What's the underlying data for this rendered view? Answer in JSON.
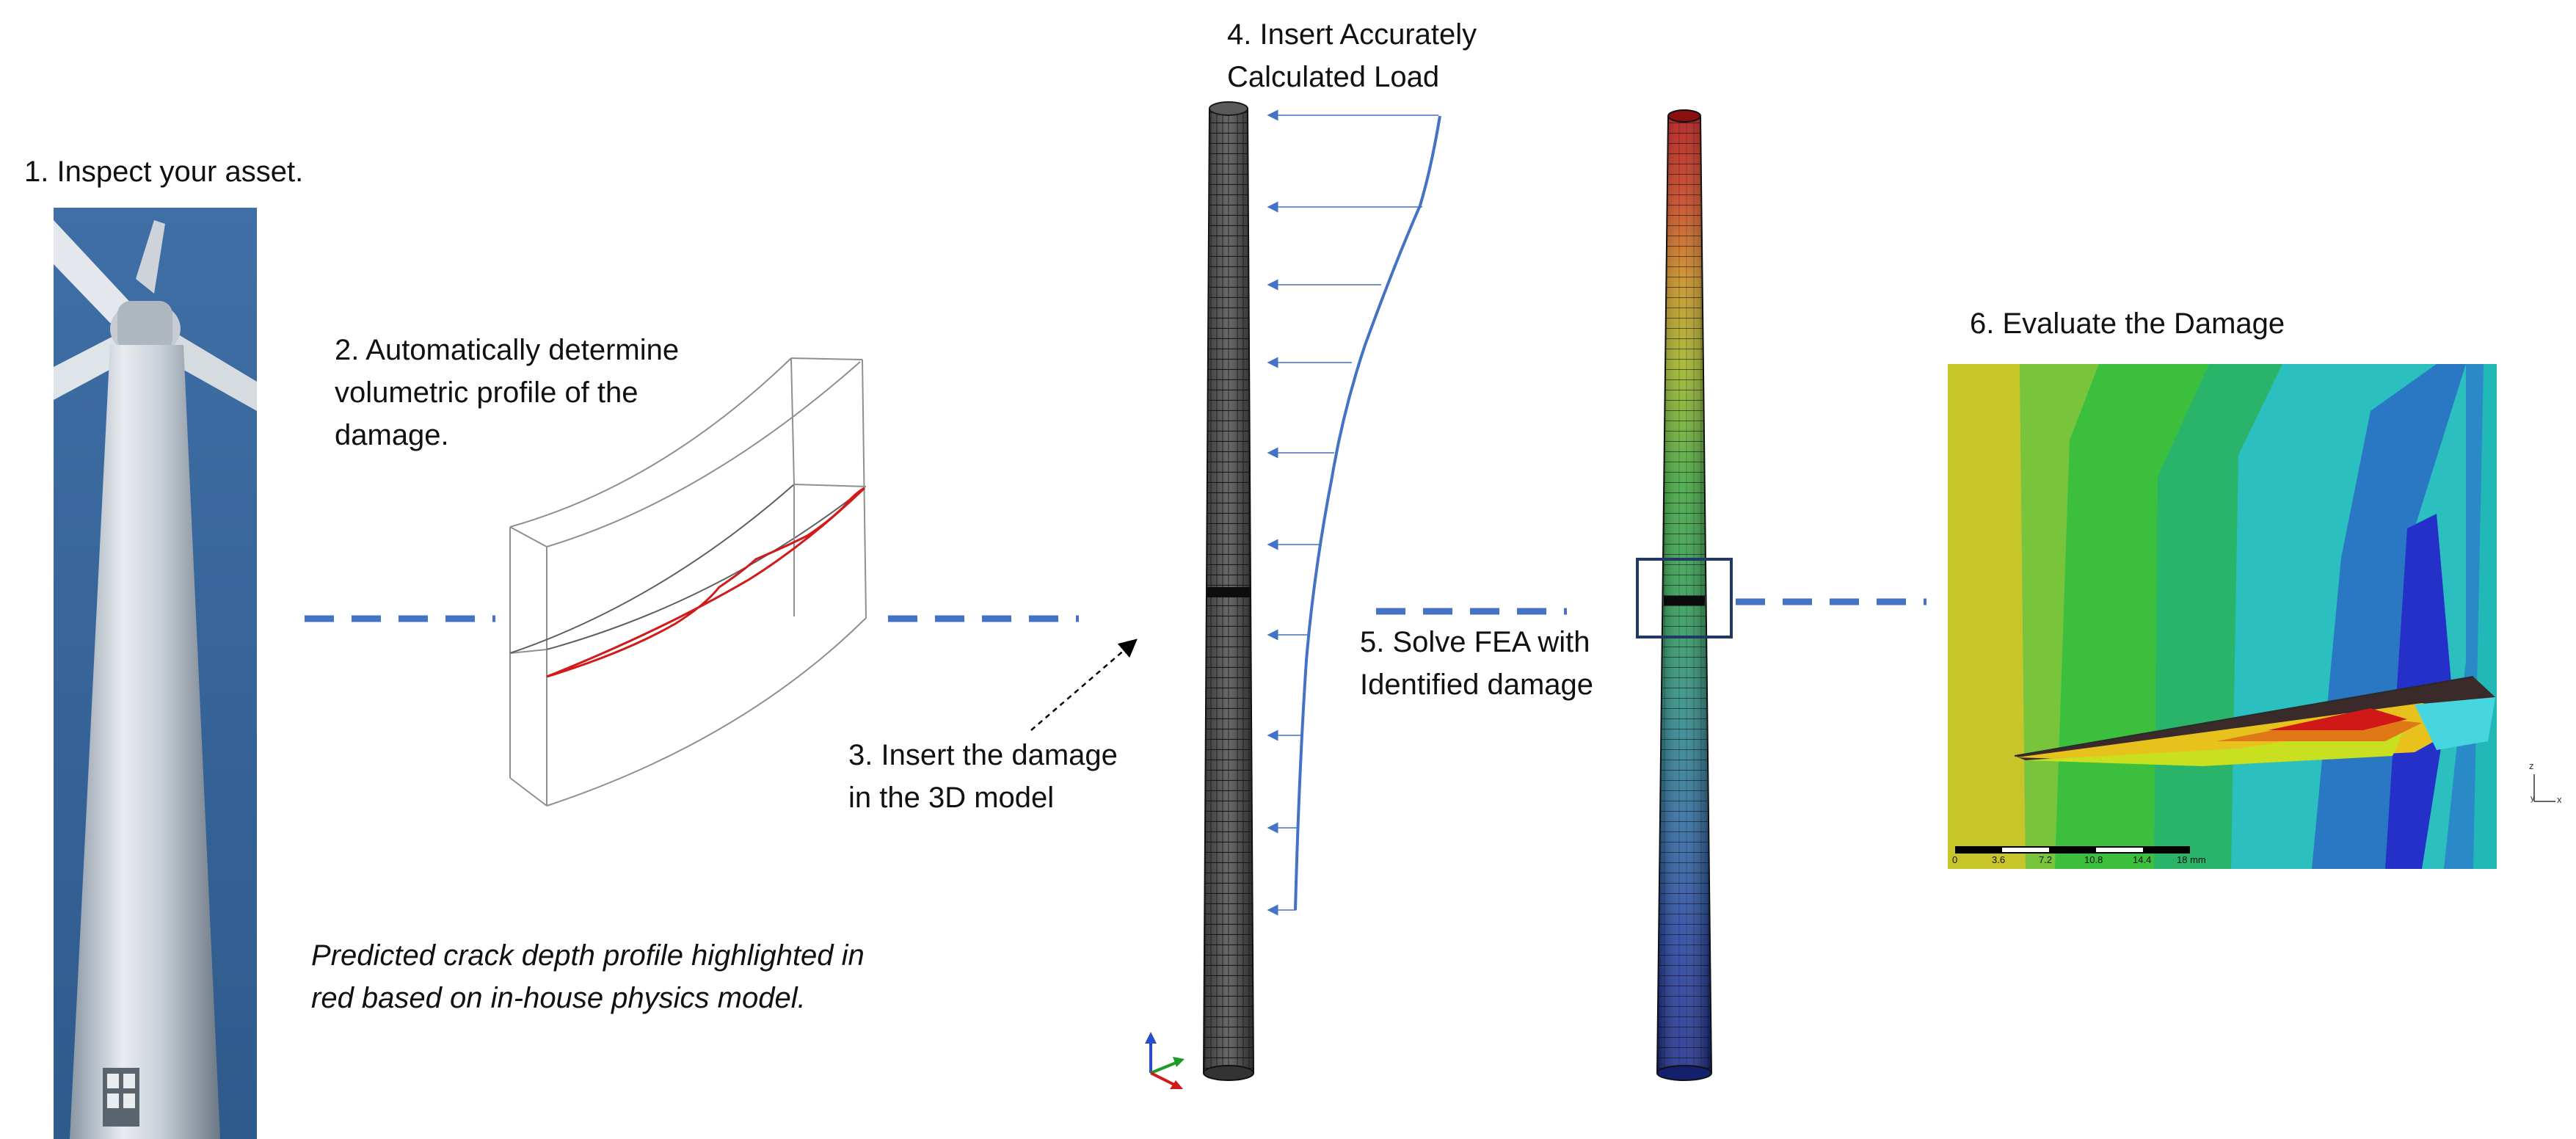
{
  "steps": {
    "s1": "1. Inspect your asset.",
    "s2_line1": "2. Automatically determine",
    "s2_line2": "volumetric profile of the",
    "s2_line3": "damage.",
    "s3_line1": "3. Insert the damage",
    "s3_line2": "in the 3D model",
    "s4_line1": "4. Insert Accurately",
    "s4_line2": "Calculated Load",
    "s5_line1": "5. Solve FEA with",
    "s5_line2": "Identified damage",
    "s6": "6. Evaluate the Damage"
  },
  "note": {
    "line1": "Predicted crack depth profile highlighted in",
    "line2": "red based on in-house physics model."
  },
  "scale_bar": {
    "ticks": [
      "0",
      "3.6",
      "7.2",
      "10.8",
      "14.4",
      "18 mm"
    ]
  },
  "axis_labels": {
    "z": "z",
    "y": "y",
    "x": "x"
  },
  "colors": {
    "connector": "#4472C4",
    "load_arrow": "#4472C4",
    "crack": "#d11a1a",
    "mesh_dark": "#444444",
    "highlight_box": "#1f3864"
  }
}
